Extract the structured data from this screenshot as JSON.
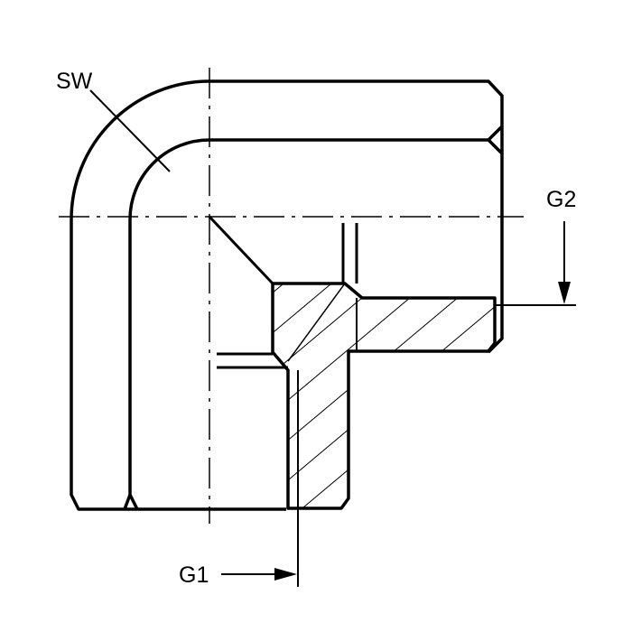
{
  "labels": {
    "sw": "SW",
    "g1": "G1",
    "g2": "G2"
  },
  "colors": {
    "stroke": "#000000",
    "background": "#ffffff"
  },
  "section_fill": "diagonal-hatch"
}
